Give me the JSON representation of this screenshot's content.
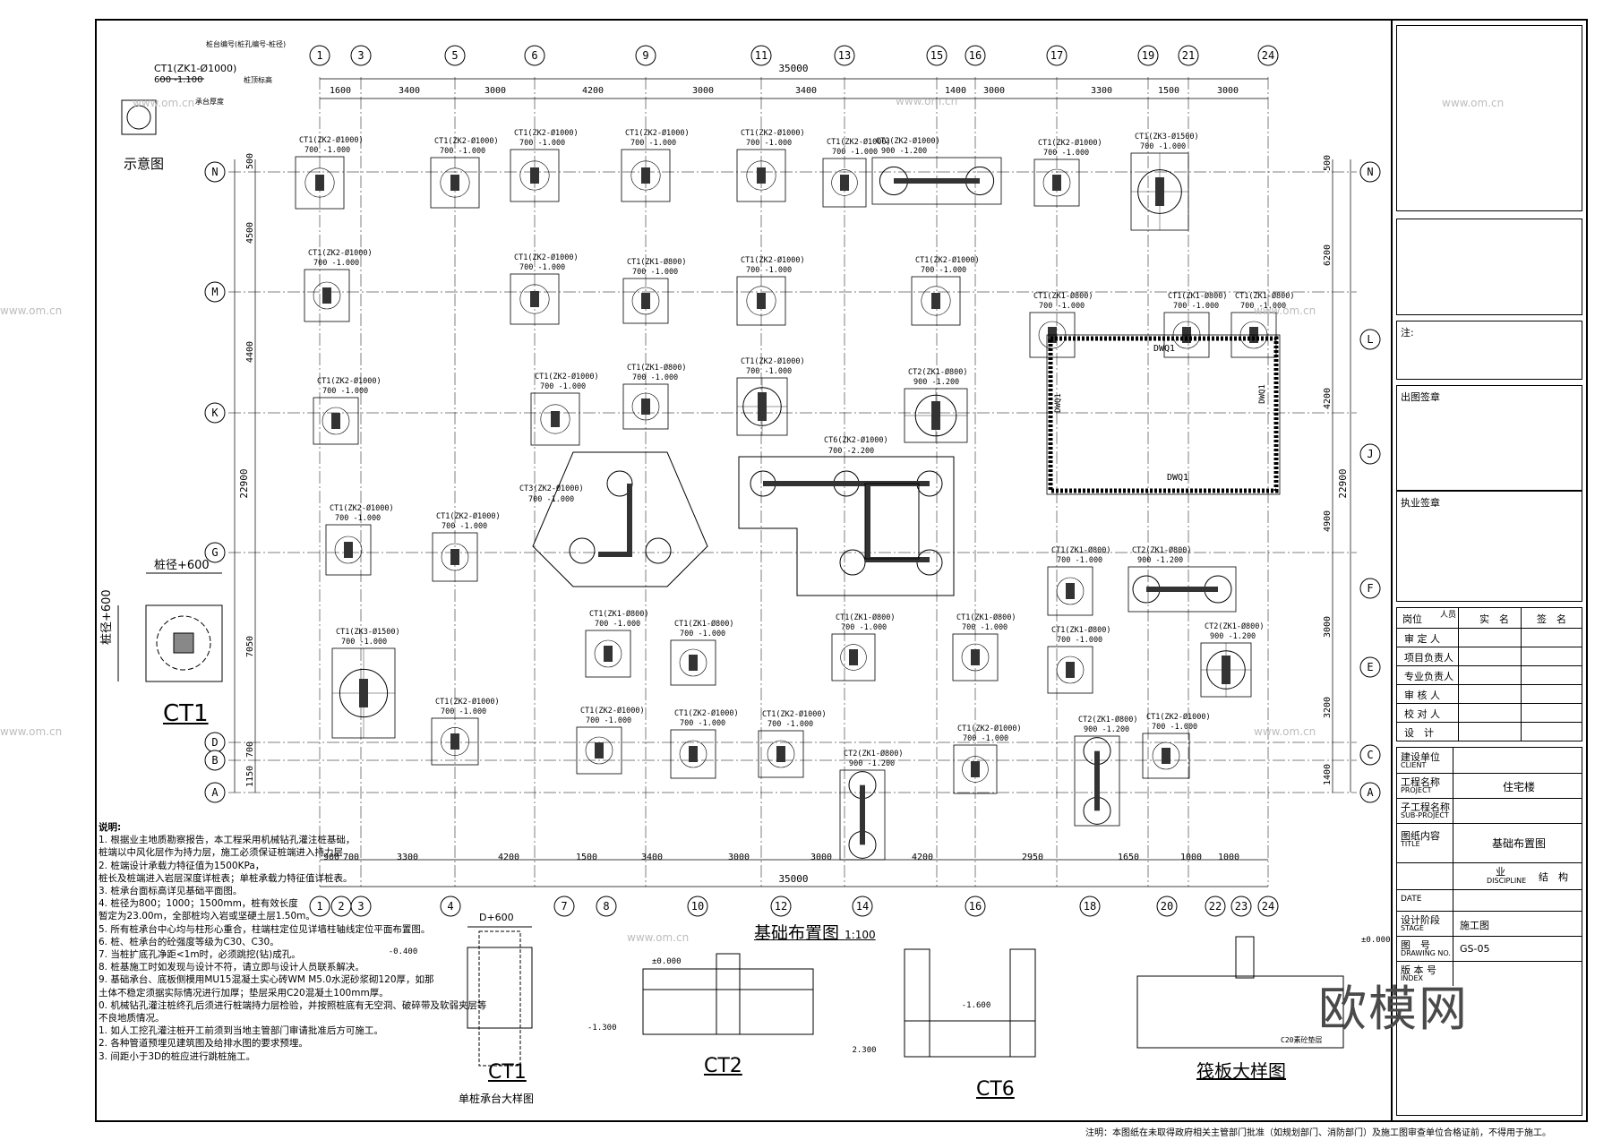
{
  "drawing": {
    "title": "基础布置图",
    "scale": "1:100",
    "total_width": "35000",
    "total_height": "22900",
    "legend_label": "示意图",
    "legend_lines": [
      "桩台编号(桩孔编号-桩径)",
      "CT1(ZK1-Ø1000)",
      "600 -1.100",
      "桩顶标高",
      "承台厚度"
    ],
    "pile_dim_label": "桩径+600",
    "ct1_label": "CT1",
    "ct1_detail_title": "CT1",
    "ct1_detail_sub": "单桩承台大样图",
    "ct1_detail_dim": "D+600",
    "ct2_detail_title": "CT2",
    "ct6_detail_title": "CT6",
    "raft_detail_title": "筏板大样图",
    "wall_label": "DWQ1",
    "axis_top": [
      "1",
      "3",
      "5",
      "6",
      "9",
      "11",
      "13",
      "15",
      "16",
      "17",
      "19",
      "21",
      "24"
    ],
    "axis_bottom": [
      "1",
      "2",
      "3",
      "4",
      "7",
      "8",
      "10",
      "12",
      "14",
      "16",
      "18",
      "20",
      "22",
      "23",
      "24"
    ],
    "axis_left": [
      "N",
      "M",
      "K",
      "G",
      "D",
      "B",
      "A"
    ],
    "axis_right": [
      "N",
      "L",
      "J",
      "F",
      "E",
      "C",
      "A"
    ],
    "dims_top": [
      "1600",
      "3400",
      "3000",
      "4200",
      "3000",
      "3400",
      "1400",
      "3000",
      "3300",
      "1500",
      "3000"
    ],
    "dims_bottom": [
      "900",
      "700",
      "3300",
      "4200",
      "1500",
      "3400",
      "3000",
      "3000",
      "4200",
      "2950",
      "1650",
      "1000",
      "1000"
    ],
    "dims_left": [
      "500",
      "4500",
      "4400",
      "7050",
      "700",
      "1150"
    ],
    "dims_right": [
      "500",
      "6200",
      "4200",
      "4900",
      "3000",
      "3200",
      "1400"
    ],
    "caps": [
      {
        "name": "CT1(ZK2-Ø1000)",
        "lvl": "700   -1.000"
      },
      {
        "name": "CT1(ZK1-Ø800)",
        "lvl": "700   -1.000"
      },
      {
        "name": "CT2(ZK2-Ø1000)",
        "lvl": "900   -1.200"
      },
      {
        "name": "CT2(ZK1-Ø800)",
        "lvl": "900   -1.200"
      },
      {
        "name": "CT1(ZK3-Ø1500)",
        "lvl": "700   -1.000"
      },
      {
        "name": "CT3(ZK2-Ø1000)",
        "lvl": "700   -1.000"
      },
      {
        "name": "CT6(ZK2-Ø1000)",
        "lvl": "700   -2.200"
      }
    ],
    "detail_levels": [
      "-0.400",
      "±0.000",
      "-1.300",
      "-1.600",
      "2.300",
      "±0.000",
      "C20素砼垫层"
    ]
  },
  "notes": {
    "heading": "说明:",
    "items": [
      "1. 根据业主地质勘察报告，本工程采用机械钻孔灌注桩基础，",
      "   桩端以中风化层作为持力层，施工必须保证桩端进入持力层",
      "2. 桩端设计承载力特征值为1500KPa，",
      "   桩长及桩端进入岩层深度详桩表；单桩承载力特征值详桩表。",
      "3. 桩承台面标高详见基础平面图。",
      "4. 桩径为800；1000；1500mm，桩有效长度",
      "   暂定为23.00m，全部桩均入岩或坚硬土层1.50m。",
      "5. 所有桩承台中心均与柱形心重合，柱端柱定位见详墙柱轴线定位平面布置图。",
      "6. 桩、桩承台的砼强度等级为C30、C30。",
      "7. 当桩扩底孔净距<1m时，必须跳挖(钻)成孔。",
      "8. 桩基施工时如发现与设计不符，请立即与设计人员联系解决。",
      "9. 基础承台、底板侧模用MU15混凝土实心砖WM M5.0水泥砂浆砌120厚，如那",
      "   土体不稳定须据实际情况进行加厚；垫层采用C20混凝土100mm厚。",
      "0. 机械钻孔灌注桩终孔后须进行桩端持力层检验，并按照桩底有无空洞、破碎带及软弱夹层等",
      "   不良地质情况。",
      "1. 如人工挖孔灌注桩开工前须到当地主管部门审请批准后方可施工。",
      "2. 各种管道预埋见建筑图及给排水图的要求预埋。",
      "3. 间距小于3D的桩应进行跳桩施工。"
    ]
  },
  "titleblock": {
    "note": "注:",
    "stamp": "出图签章",
    "reg_stamp": "执业签章",
    "roles_header": [
      "岗位",
      "人员",
      "实　名",
      "签　名"
    ],
    "roles": [
      "审 定 人",
      "项目负责人",
      "专业负责人",
      "审 核 人",
      "校 对 人",
      "设　计"
    ],
    "client_label": "建设单位",
    "client_label_en": "CLIENT",
    "project_label": "工程名称",
    "project_label_en": "PROJECT",
    "project_value": "住宅楼",
    "subproject_label": "子工程名称",
    "subproject_label_en": "SUB-PROJECT",
    "title_label": "图纸内容",
    "title_label_en": "TITLE",
    "title_value": "基础布置图",
    "discipline_label": "业",
    "discipline_label_en": "DISCIPLINE",
    "discipline_value": "结　构",
    "date_label": "DATE",
    "stage_label": "设计阶段",
    "stage_label_en": "STAGE",
    "stage_value": "施工图",
    "drawing_no_label": "图　号",
    "drawing_no_label_en": "DRAWING NO.",
    "drawing_no_value": "GS-05",
    "index_label": "版 本 号",
    "index_label_en": "INDEX"
  },
  "footer": "注明：本图纸在未取得政府相关主管部门批准（如规划部门、消防部门）及施工图审查单位合格证前，不得用于施工。",
  "watermark": {
    "logo": "欧模网",
    "small": "www.om.cn"
  }
}
